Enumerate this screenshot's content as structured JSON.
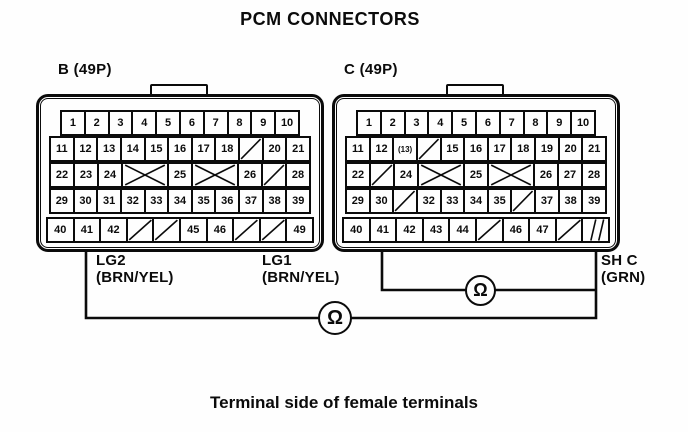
{
  "title": "PCM CONNECTORS",
  "caption": "Terminal side of female terminals",
  "meter_symbol": "Ω",
  "labels": {
    "lg2": {
      "name": "LG2",
      "color": "(BRN/YEL)"
    },
    "lg1": {
      "name": "LG1",
      "color": "(BRN/YEL)"
    },
    "shc": {
      "name": "SH C",
      "color": "(GRN)"
    }
  },
  "connectors": [
    {
      "id": "B",
      "label": "B (49P)",
      "rows": [
        {
          "cells": [
            {
              "n": "1"
            },
            {
              "n": "2"
            },
            {
              "n": "3"
            },
            {
              "n": "4"
            },
            {
              "n": "5"
            },
            {
              "n": "6"
            },
            {
              "n": "7"
            },
            {
              "n": "8"
            },
            {
              "n": "9"
            },
            {
              "n": "10"
            }
          ]
        },
        {
          "cells": [
            {
              "n": "11"
            },
            {
              "n": "12"
            },
            {
              "n": "13"
            },
            {
              "n": "14"
            },
            {
              "n": "15"
            },
            {
              "n": "16"
            },
            {
              "n": "17"
            },
            {
              "n": "18"
            },
            {
              "type": "slash"
            },
            {
              "n": "20"
            },
            {
              "n": "21"
            }
          ]
        },
        {
          "cells": [
            {
              "n": "22"
            },
            {
              "n": "23"
            },
            {
              "n": "24"
            },
            {
              "type": "x",
              "span": 2
            },
            {
              "n": "25"
            },
            {
              "type": "x",
              "span": 2
            },
            {
              "n": "26"
            },
            {
              "type": "slash"
            },
            {
              "n": "28"
            }
          ]
        },
        {
          "cells": [
            {
              "n": "29"
            },
            {
              "n": "30"
            },
            {
              "n": "31"
            },
            {
              "n": "32"
            },
            {
              "n": "33"
            },
            {
              "n": "34"
            },
            {
              "n": "35"
            },
            {
              "n": "36"
            },
            {
              "n": "37"
            },
            {
              "n": "38"
            },
            {
              "n": "39"
            }
          ]
        },
        {
          "cells": [
            {
              "n": "40"
            },
            {
              "n": "41"
            },
            {
              "n": "42"
            },
            {
              "type": "slash"
            },
            {
              "type": "slash"
            },
            {
              "n": "45"
            },
            {
              "n": "46"
            },
            {
              "type": "slash"
            },
            {
              "type": "slash"
            },
            {
              "n": "49"
            }
          ]
        }
      ]
    },
    {
      "id": "C",
      "label": "C (49P)",
      "rows": [
        {
          "cells": [
            {
              "n": "1"
            },
            {
              "n": "2"
            },
            {
              "n": "3"
            },
            {
              "n": "4"
            },
            {
              "n": "5"
            },
            {
              "n": "6"
            },
            {
              "n": "7"
            },
            {
              "n": "8"
            },
            {
              "n": "9"
            },
            {
              "n": "10"
            }
          ]
        },
        {
          "cells": [
            {
              "n": "11"
            },
            {
              "n": "12"
            },
            {
              "n": "(13)"
            },
            {
              "type": "slash"
            },
            {
              "n": "15"
            },
            {
              "n": "16"
            },
            {
              "n": "17"
            },
            {
              "n": "18"
            },
            {
              "n": "19"
            },
            {
              "n": "20"
            },
            {
              "n": "21"
            }
          ]
        },
        {
          "cells": [
            {
              "n": "22"
            },
            {
              "type": "slash"
            },
            {
              "n": "24"
            },
            {
              "type": "x",
              "span": 2
            },
            {
              "n": "25"
            },
            {
              "type": "x",
              "span": 2
            },
            {
              "n": "26"
            },
            {
              "n": "27"
            },
            {
              "n": "28"
            }
          ]
        },
        {
          "cells": [
            {
              "n": "29"
            },
            {
              "n": "30"
            },
            {
              "type": "slash"
            },
            {
              "n": "32"
            },
            {
              "n": "33"
            },
            {
              "n": "34"
            },
            {
              "n": "35"
            },
            {
              "type": "slash"
            },
            {
              "n": "37"
            },
            {
              "n": "38"
            },
            {
              "n": "39"
            }
          ]
        },
        {
          "cells": [
            {
              "n": "40"
            },
            {
              "n": "41"
            },
            {
              "n": "42"
            },
            {
              "n": "43"
            },
            {
              "n": "44"
            },
            {
              "type": "slash"
            },
            {
              "n": "46"
            },
            {
              "n": "47"
            },
            {
              "type": "slash"
            },
            {
              "type": "probe"
            }
          ]
        }
      ]
    }
  ]
}
